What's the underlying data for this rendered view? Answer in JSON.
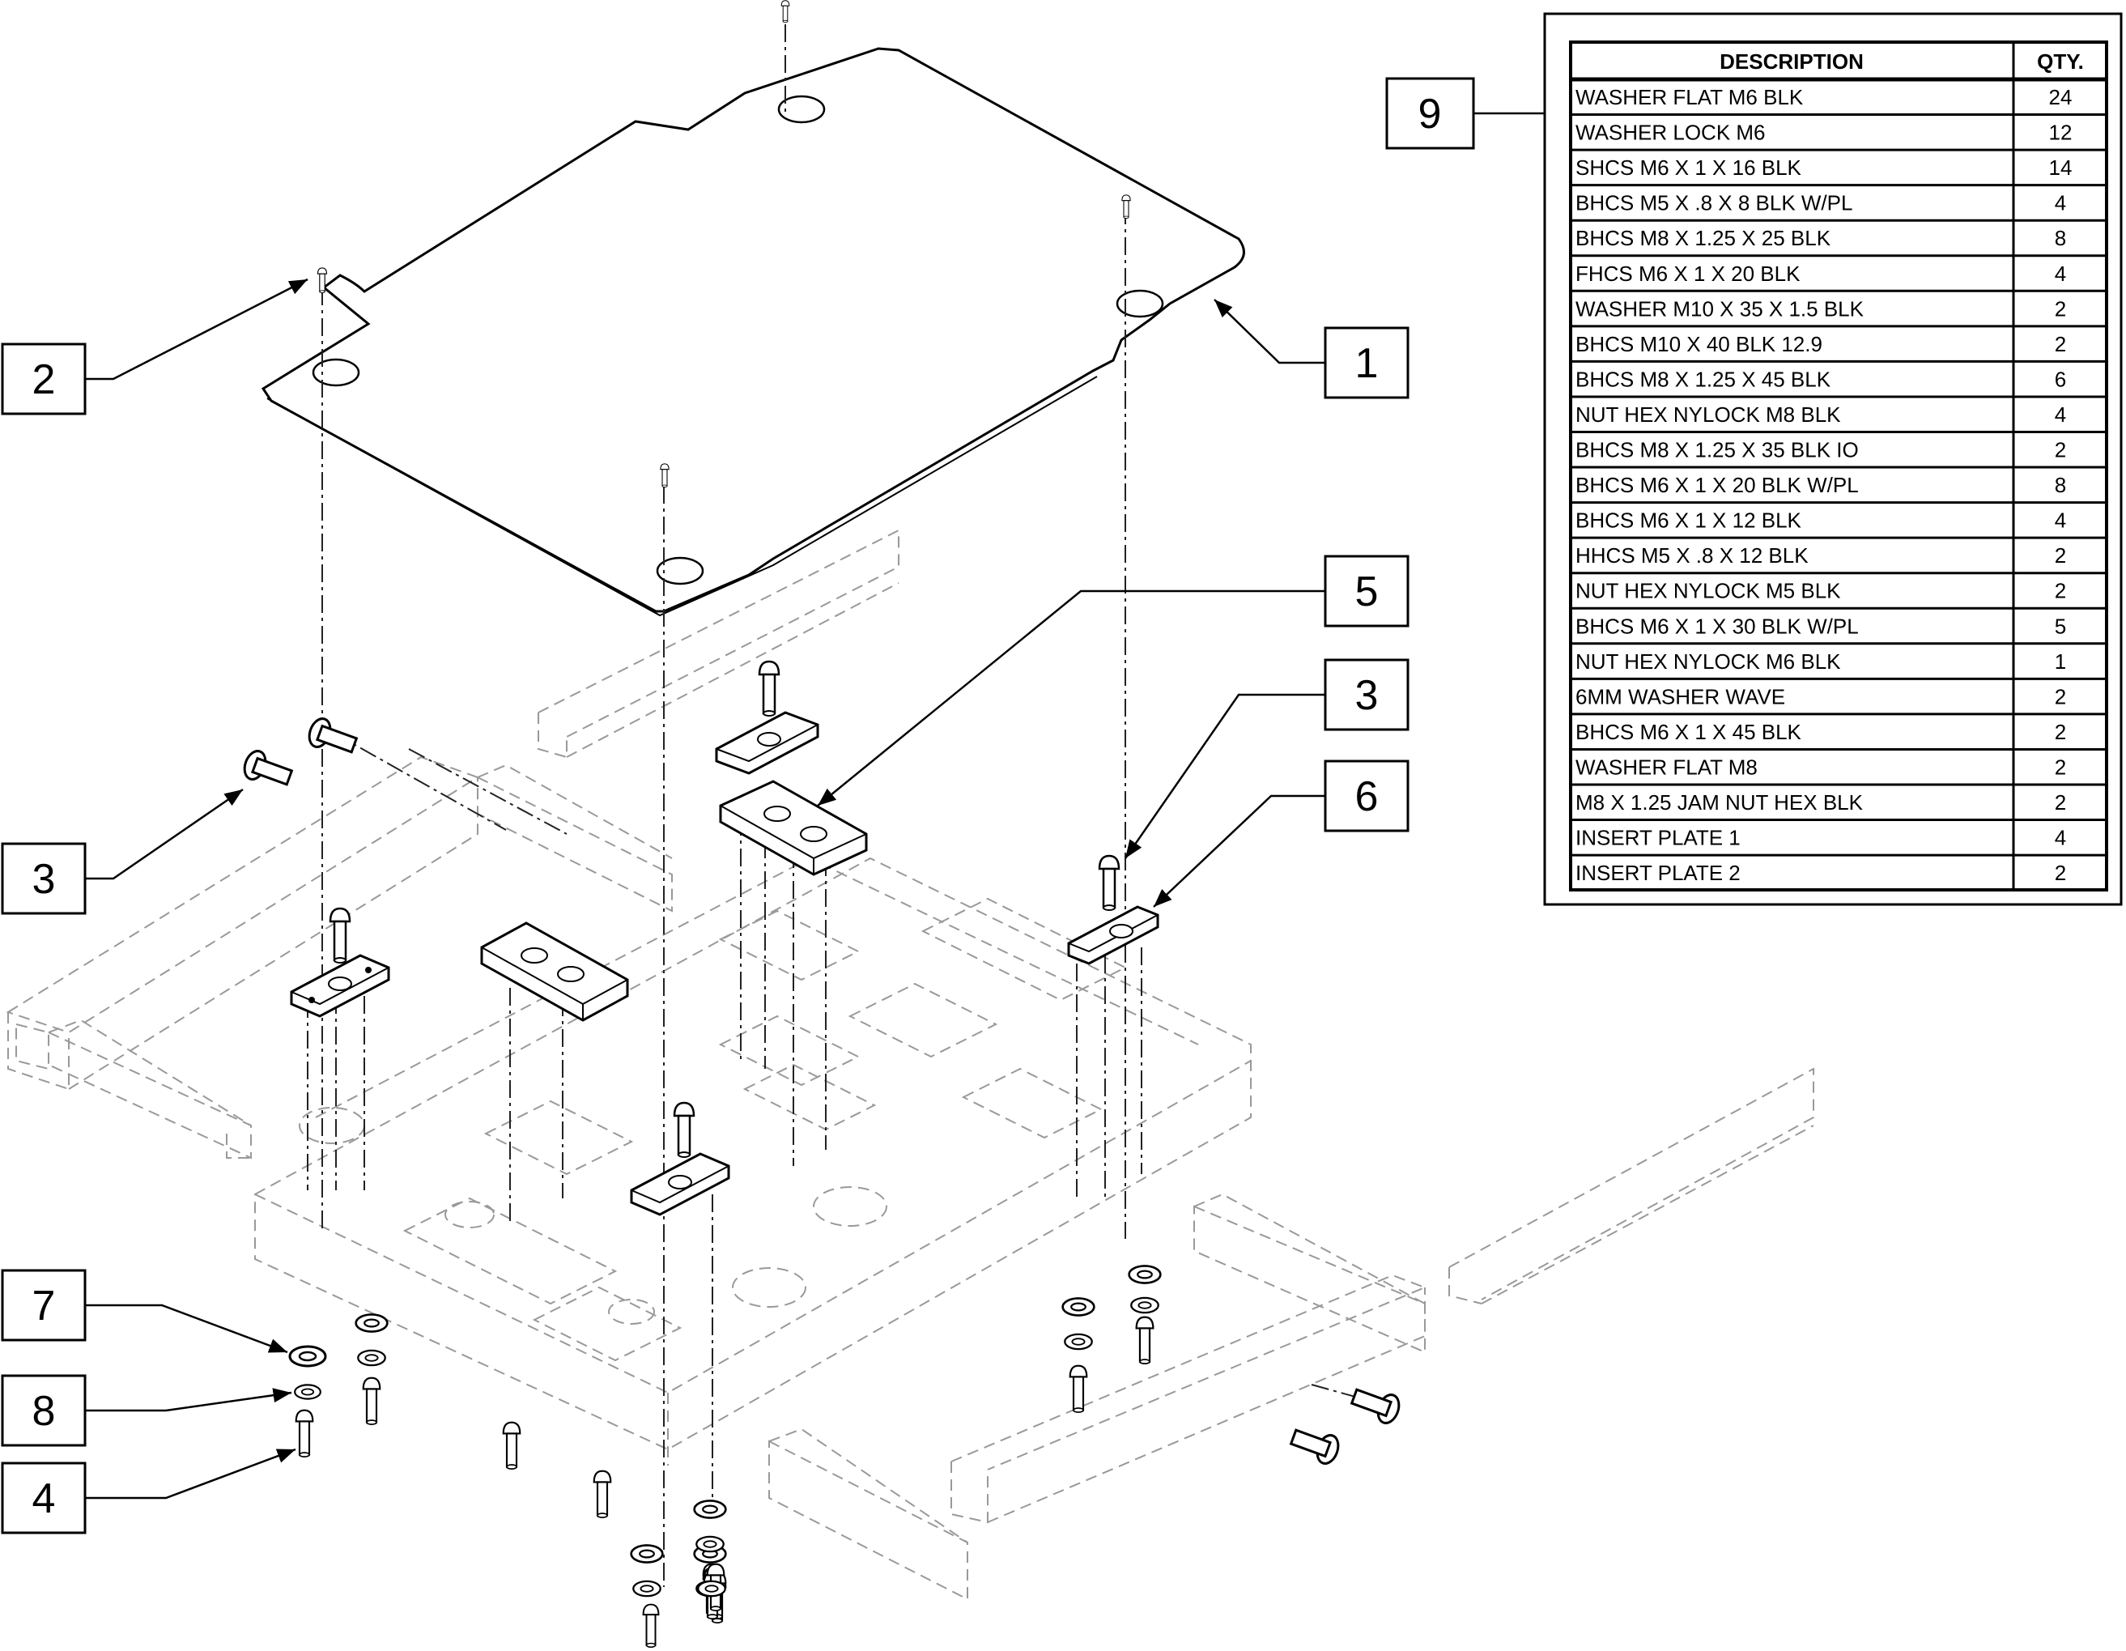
{
  "callouts": [
    {
      "id": "c1",
      "label": "1"
    },
    {
      "id": "c2",
      "label": "2"
    },
    {
      "id": "c3a",
      "label": "3"
    },
    {
      "id": "c3b",
      "label": "3"
    },
    {
      "id": "c4",
      "label": "4"
    },
    {
      "id": "c5",
      "label": "5"
    },
    {
      "id": "c6",
      "label": "6"
    },
    {
      "id": "c7",
      "label": "7"
    },
    {
      "id": "c8",
      "label": "8"
    },
    {
      "id": "c9",
      "label": "9"
    }
  ],
  "bom": {
    "headers": {
      "description": "DESCRIPTION",
      "qty": "QTY."
    },
    "rows": [
      {
        "description": "WASHER FLAT M6 BLK",
        "qty": "24"
      },
      {
        "description": "WASHER LOCK M6",
        "qty": "12"
      },
      {
        "description": "SHCS M6 X 1 X 16 BLK",
        "qty": "14"
      },
      {
        "description": "BHCS M5 X .8 X 8  BLK W/PL",
        "qty": "4"
      },
      {
        "description": "BHCS M8 X 1.25 X 25 BLK",
        "qty": "8"
      },
      {
        "description": "FHCS M6 X 1 X 20 BLK",
        "qty": "4"
      },
      {
        "description": "WASHER M10 X 35 X 1.5 BLK",
        "qty": "2"
      },
      {
        "description": "BHCS M10 X 40 BLK 12.9",
        "qty": "2"
      },
      {
        "description": "BHCS M8 X 1.25 X 45 BLK",
        "qty": "6"
      },
      {
        "description": "NUT HEX NYLOCK M8 BLK",
        "qty": "4"
      },
      {
        "description": "BHCS M8 X 1.25 X 35 BLK IO",
        "qty": "2"
      },
      {
        "description": "BHCS M6 X 1 X 20 BLK W/PL",
        "qty": "8"
      },
      {
        "description": "BHCS M6 X 1 X 12 BLK",
        "qty": "4"
      },
      {
        "description": "HHCS M5 X .8 X 12 BLK",
        "qty": "2"
      },
      {
        "description": "NUT HEX NYLOCK M5 BLK",
        "qty": "2"
      },
      {
        "description": "BHCS M6 X 1 X 30 BLK W/PL",
        "qty": "5"
      },
      {
        "description": "NUT HEX NYLOCK M6 BLK",
        "qty": "1"
      },
      {
        "description": "6MM WASHER WAVE",
        "qty": "2"
      },
      {
        "description": "BHCS M6 X 1 X 45 BLK",
        "qty": "2"
      },
      {
        "description": "WASHER FLAT M8",
        "qty": "2"
      },
      {
        "description": "M8 X 1.25 JAM NUT HEX BLK",
        "qty": "2"
      },
      {
        "description": "INSERT PLATE 1",
        "qty": "4"
      },
      {
        "description": "INSERT PLATE 2",
        "qty": "2"
      }
    ]
  }
}
